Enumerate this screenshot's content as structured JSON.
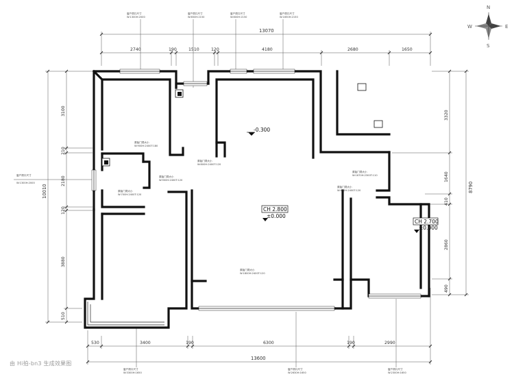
{
  "compass": {
    "north": "N",
    "south": "S",
    "east": "E",
    "west": "W"
  },
  "dimensions": {
    "top_total": "13070",
    "top_segments": [
      "2740",
      "190",
      "1510",
      "120",
      "4180",
      "2680",
      "1650"
    ],
    "bottom_total": "13600",
    "bottom_segments": [
      "530",
      "3400",
      "190",
      "6300",
      "190",
      "2990"
    ],
    "left_total": "10010",
    "left_segments": [
      "3100",
      "210",
      "2180",
      "120",
      "3880",
      "510"
    ],
    "right_total": "8790",
    "right_segments": [
      "3320",
      "1640",
      "410",
      "2860",
      "490"
    ]
  },
  "elevations": {
    "main": "-0.300",
    "living_ceiling": "CH 2.800",
    "living_level": "±0.000",
    "balcony_ceiling": "CH 2.700",
    "balcony_level": "±0.000"
  },
  "notes": {
    "window_label": "窗户洞口尺寸",
    "door_label": "原始门洞大小",
    "window_top_1": "W:1300H:2000",
    "window_top_2": "W:850H:2150",
    "window_top_3": "W:800H:2150",
    "window_top_4": "W:1650H:2150",
    "window_left": "W:1300H:2000",
    "window_bottom_1": "W:3300H:1650",
    "window_bottom_2": "W:2630H:1650",
    "window_bottom_3": "W:2300H:1650",
    "door_1": "W:900H:2400T:180",
    "door_2": "W:700H:2400T:120",
    "door_3": "W:900H:2400T:120",
    "door_4": "W:800H:2400T:120",
    "door_5": "W:1670H:2300T:110",
    "door_6": "W:470H:2400T:120",
    "door_7": "W:1800H:2400T:120"
  },
  "watermark": "由 Hi拍-bn3 生成效果图"
}
